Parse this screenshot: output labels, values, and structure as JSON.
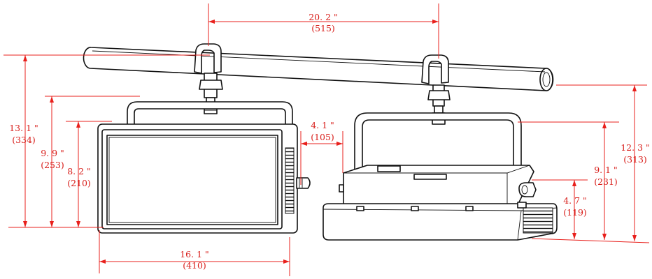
{
  "dimensions": {
    "clamp_spacing": {
      "inches": "20. 2 \"",
      "mm": "(515)"
    },
    "front_total_height": {
      "inches": "13. 1 \"",
      "mm": "(334)"
    },
    "front_bracket_height": {
      "inches": "9. 9 \"",
      "mm": "(253)"
    },
    "front_body_height": {
      "inches": "8. 2 \"",
      "mm": "(210)"
    },
    "front_width": {
      "inches": "16. 1 \"",
      "mm": "(410)"
    },
    "side_depth": {
      "inches": "4. 1 \"",
      "mm": "(105)"
    },
    "side_total_height": {
      "inches": "12. 3 \"",
      "mm": "(313)"
    },
    "side_bracket_height": {
      "inches": "9. 1 \"",
      "mm": "(231)"
    },
    "side_body_height": {
      "inches": "4. 7 \"",
      "mm": "(119)"
    }
  },
  "colors": {
    "outline": "#111111",
    "dimension": "#e8201c",
    "background": "#ffffff"
  }
}
